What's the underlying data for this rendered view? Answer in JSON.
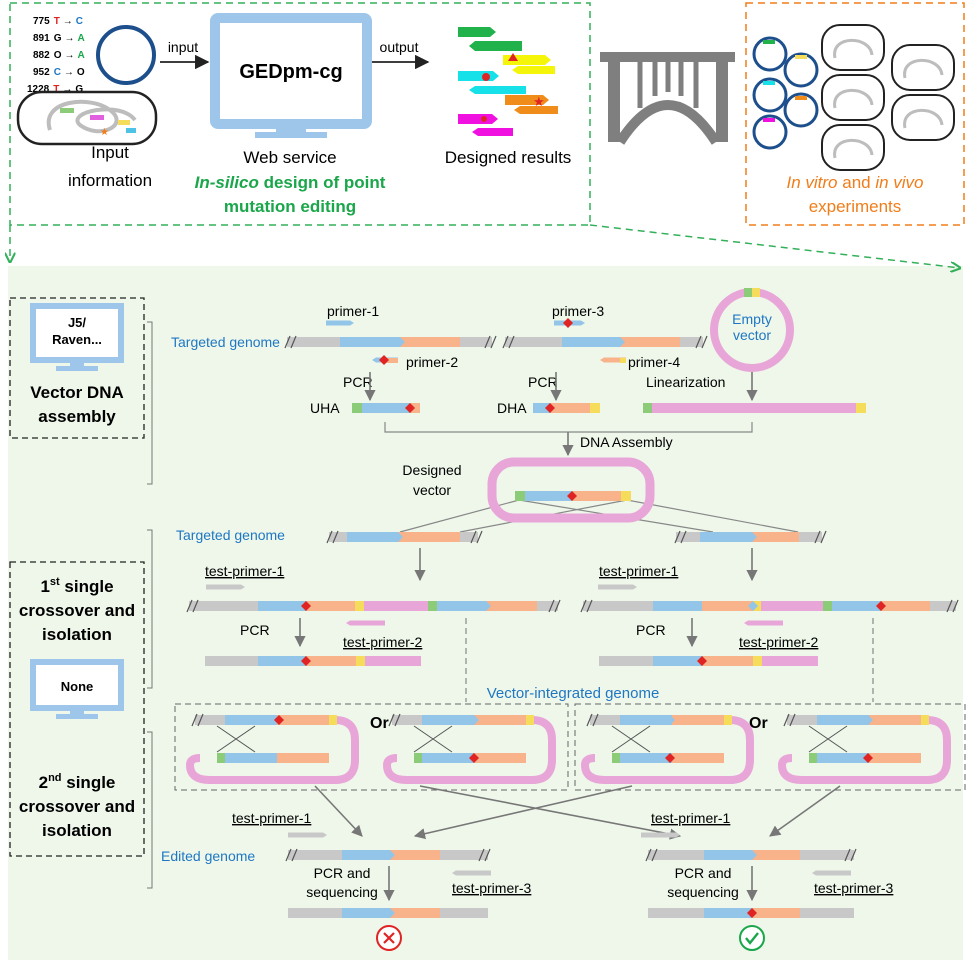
{
  "colors": {
    "grey": "#c8c8c8",
    "blue": "#92c5e8",
    "orange": "#f8b38a",
    "pink": "#e8a6d8",
    "green": "#8ccc78",
    "yellow": "#f5dc5a",
    "red": "#e02424",
    "diamond_blue": "#1e90e0",
    "label_blue": "#1f77c4",
    "label_green": "#1aa64a",
    "label_orange": "#f07d1a",
    "dash_green": "#33b05a",
    "dash_orange": "#f07d1a",
    "monitor": "#9ec6ea",
    "bg_green": "#eef7ea"
  },
  "top": {
    "mutations": [
      {
        "pos": "775",
        "from": "T",
        "to": "C",
        "from_color": "#e02424",
        "to_color": "#1f77c4"
      },
      {
        "pos": "891",
        "from": "G",
        "to": "A",
        "from_color": "#222222",
        "to_color": "#1aa64a"
      },
      {
        "pos": "882",
        "from": "O",
        "to": "A",
        "from_color": "#222222",
        "to_color": "#1aa64a"
      },
      {
        "pos": "952",
        "from": "C",
        "to": "O",
        "from_color": "#1f77c4",
        "to_color": "#222222"
      },
      {
        "pos": "1228",
        "from": "T",
        "to": "G",
        "from_color": "#e02424",
        "to_color": "#222222"
      }
    ],
    "arrow_glyph": "→",
    "input_label": "input",
    "output_label": "output",
    "tool_name": "GEDpm-cg",
    "caption_input_1": "Input",
    "caption_input_2": "information",
    "caption_web": "Web service",
    "caption_insilico_1": "In-silico",
    "caption_insilico_2": " design of point",
    "caption_insilico_3": "mutation editing",
    "caption_results": "Designed results",
    "caption_exp_1a": "In vitro",
    "caption_exp_1b": " and ",
    "caption_exp_1c": "in vivo",
    "caption_exp_2": "experiments"
  },
  "side": {
    "monitor1_line1": "J5/",
    "monitor1_line2": "Raven...",
    "vector_1": "Vector DNA",
    "vector_2": "assembly",
    "single1_sup": "st",
    "single1_num": "1",
    "single1_a": " single",
    "single1_b": "crossover and",
    "single1_c": "isolation",
    "monitor2": "None",
    "single2_num": "2",
    "single2_sup": "nd",
    "single2_a": " single",
    "single2_b": "crossover and",
    "single2_c": "isolation"
  },
  "flow": {
    "primer1": "primer-1",
    "primer2": "primer-2",
    "primer3": "primer-3",
    "primer4": "primer-4",
    "targeted": "Targeted  genome",
    "targeted2": "Targeted genome",
    "pcr": "PCR",
    "uha": "UHA",
    "dha": "DHA",
    "empty1": "Empty",
    "empty2": "vector",
    "linearization": "Linearization",
    "assembly": "DNA Assembly",
    "designed1": "Designed",
    "designed2": "vector",
    "test1": "test-primer-1",
    "test2": "test-primer-2",
    "test3": "test-primer-3",
    "vig": "Vector-integrated genome",
    "or": "Or",
    "edited": "Edited genome",
    "pcrseq1": "PCR and",
    "pcrseq2": "sequencing"
  }
}
